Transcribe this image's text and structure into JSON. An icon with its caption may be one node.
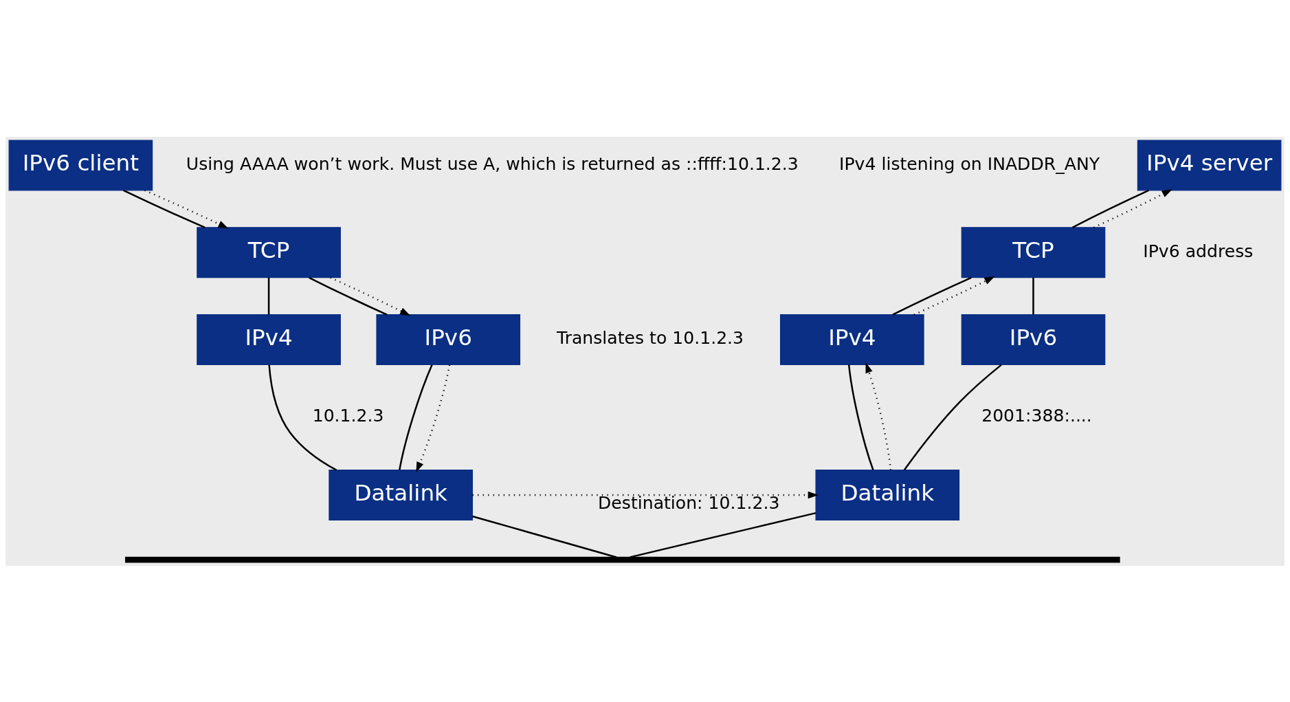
{
  "diagram": {
    "nodes": [
      {
        "text": [
          "IPv6 client"
        ]
      },
      {
        "text": [
          "TCP"
        ]
      },
      {
        "text": [
          "IPv4"
        ]
      },
      {
        "text": [
          "IPv6"
        ]
      },
      {
        "text": [
          "Datalink"
        ]
      },
      {
        "text": [
          "IPv4 server"
        ]
      },
      {
        "text": [
          "TCP"
        ]
      },
      {
        "text": [
          "IPv4"
        ]
      },
      {
        "text": [
          "IPv6"
        ]
      },
      {
        "text": [
          "Datalink"
        ]
      },
      {
        "text": [],
        "shape": "bar"
      }
    ],
    "edges": [
      {
        "from": 0,
        "to": 1,
        "arrow": "none"
      },
      {
        "from": 1,
        "to": 2,
        "arrow": "none"
      },
      {
        "from": 1,
        "to": 3,
        "arrow": "none"
      },
      {
        "from": 2,
        "to": 4,
        "arrow": "none"
      },
      {
        "from": 3,
        "to": 4,
        "arrow": "none"
      },
      {
        "from": 4,
        "to": 10,
        "arrow": "none"
      },
      {
        "from": 5,
        "to": 6,
        "arrow": "none"
      },
      {
        "from": 6,
        "to": 7,
        "arrow": "none"
      },
      {
        "from": 6,
        "to": 8,
        "arrow": "none"
      },
      {
        "from": 7,
        "to": 9,
        "arrow": "none"
      },
      {
        "from": 8,
        "to": 9,
        "arrow": "none"
      },
      {
        "from": 9,
        "to": 10,
        "arrow": "none"
      },
      {
        "from": 0,
        "to": 1,
        "arrow": "to",
        "style": "dashed"
      },
      {
        "from": 1,
        "to": 3,
        "arrow": "to",
        "style": "dashed"
      },
      {
        "from": 3,
        "to": 4,
        "arrow": "to",
        "style": "dashed"
      },
      {
        "from": 4,
        "to": 9,
        "arrow": "to",
        "style": "dashed",
        "label": "Destination: 10.1.2.3"
      },
      {
        "from": 9,
        "to": 7,
        "arrow": "to",
        "style": "dashed"
      },
      {
        "from": 7,
        "to": 6,
        "arrow": "to",
        "style": "dashed"
      },
      {
        "from": 6,
        "to": 5,
        "arrow": "to",
        "style": "dashed"
      }
    ],
    "labels": [
      "Using AAAA won’t work. Must use A, which is returned as ::ffff:10.1.2.3",
      "IPv4 listening on INADDR_ANY",
      "IPv6 address",
      "Translates to 10.1.2.3",
      "10.1.2.3",
      "2001:388:...."
    ]
  }
}
